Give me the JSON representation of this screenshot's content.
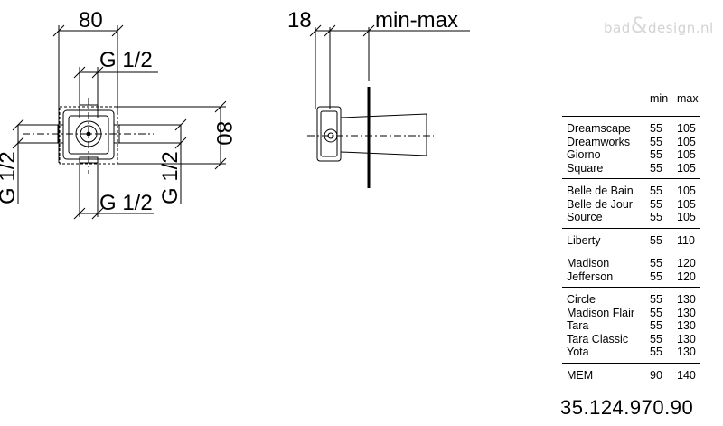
{
  "watermark": "bad&design.nl",
  "watermark_parts": {
    "left": "bad",
    "amp": "&",
    "right": "design.nl"
  },
  "front_view": {
    "width_dim": "80",
    "height_dim": "80",
    "thread_top": "G 1/2",
    "thread_bottom": "G 1/2",
    "thread_left": "G 1/2",
    "thread_right": "G 1/2"
  },
  "side_view": {
    "depth_dim": "18",
    "range_label": "min-max"
  },
  "table": {
    "header_min": "min",
    "header_max": "max",
    "groups": [
      {
        "rows": [
          {
            "name": "Dreamscape",
            "min": "55",
            "max": "105"
          },
          {
            "name": "Dreamworks",
            "min": "55",
            "max": "105"
          },
          {
            "name": "Giorno",
            "min": "55",
            "max": "105"
          },
          {
            "name": "Square",
            "min": "55",
            "max": "105"
          }
        ]
      },
      {
        "rows": [
          {
            "name": "Belle de Bain",
            "min": "55",
            "max": "105"
          },
          {
            "name": "Belle de Jour",
            "min": "55",
            "max": "105"
          },
          {
            "name": "Source",
            "min": "55",
            "max": "105"
          }
        ]
      },
      {
        "rows": [
          {
            "name": "Liberty",
            "min": "55",
            "max": "110"
          }
        ]
      },
      {
        "rows": [
          {
            "name": "Madison",
            "min": "55",
            "max": "120"
          },
          {
            "name": "Jefferson",
            "min": "55",
            "max": "120"
          }
        ]
      },
      {
        "rows": [
          {
            "name": "Circle",
            "min": "55",
            "max": "130"
          },
          {
            "name": "Madison Flair",
            "min": "55",
            "max": "130"
          },
          {
            "name": "Tara",
            "min": "55",
            "max": "130"
          },
          {
            "name": "Tara Classic",
            "min": "55",
            "max": "130"
          },
          {
            "name": "Yota",
            "min": "55",
            "max": "130"
          }
        ]
      },
      {
        "rows": [
          {
            "name": "MEM",
            "min": "90",
            "max": "140"
          }
        ]
      }
    ]
  },
  "part_number": "35.124.970.90"
}
